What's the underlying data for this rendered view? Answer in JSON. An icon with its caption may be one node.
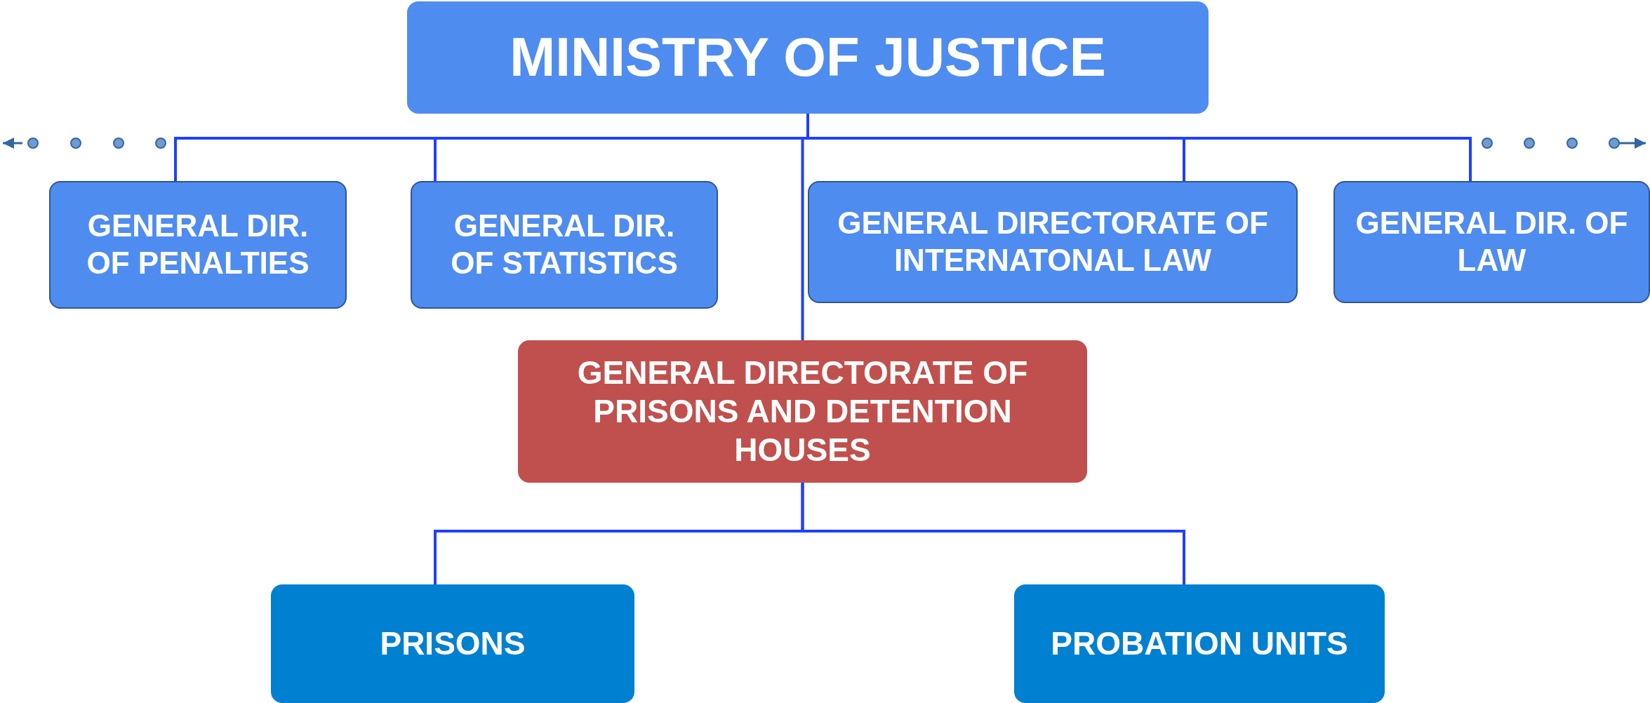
{
  "diagram": {
    "nodes": [
      {
        "text": [
          "MINISTRY OF JUSTICE"
        ]
      },
      {
        "text": [
          "GENERAL DIR. OF PENALTIES"
        ]
      },
      {
        "text": [
          "GENERAL DIR. OF STATISTICS"
        ]
      },
      {
        "text": [
          "GENERAL DIRECTORATE OF INTERNATONAL LAW"
        ]
      },
      {
        "text": [
          "GENERAL DIR. OF LAW"
        ]
      },
      {
        "text": [
          "GENERAL DIRECTORATE OF PRISONS AND DETENTION HOUSES"
        ]
      },
      {
        "text": [
          "PRISONS"
        ]
      },
      {
        "text": [
          "PROBATION UNITS"
        ]
      }
    ],
    "edges": [
      {
        "from": 0,
        "to": 1,
        "arrow": "none"
      },
      {
        "from": 0,
        "to": 2,
        "arrow": "none"
      },
      {
        "from": 0,
        "to": 5,
        "arrow": "none"
      },
      {
        "from": 0,
        "to": 3,
        "arrow": "none"
      },
      {
        "from": 0,
        "to": 4,
        "arrow": "none"
      },
      {
        "from": 5,
        "to": 6,
        "arrow": "none"
      },
      {
        "from": 5,
        "to": 7,
        "arrow": "none"
      }
    ]
  }
}
